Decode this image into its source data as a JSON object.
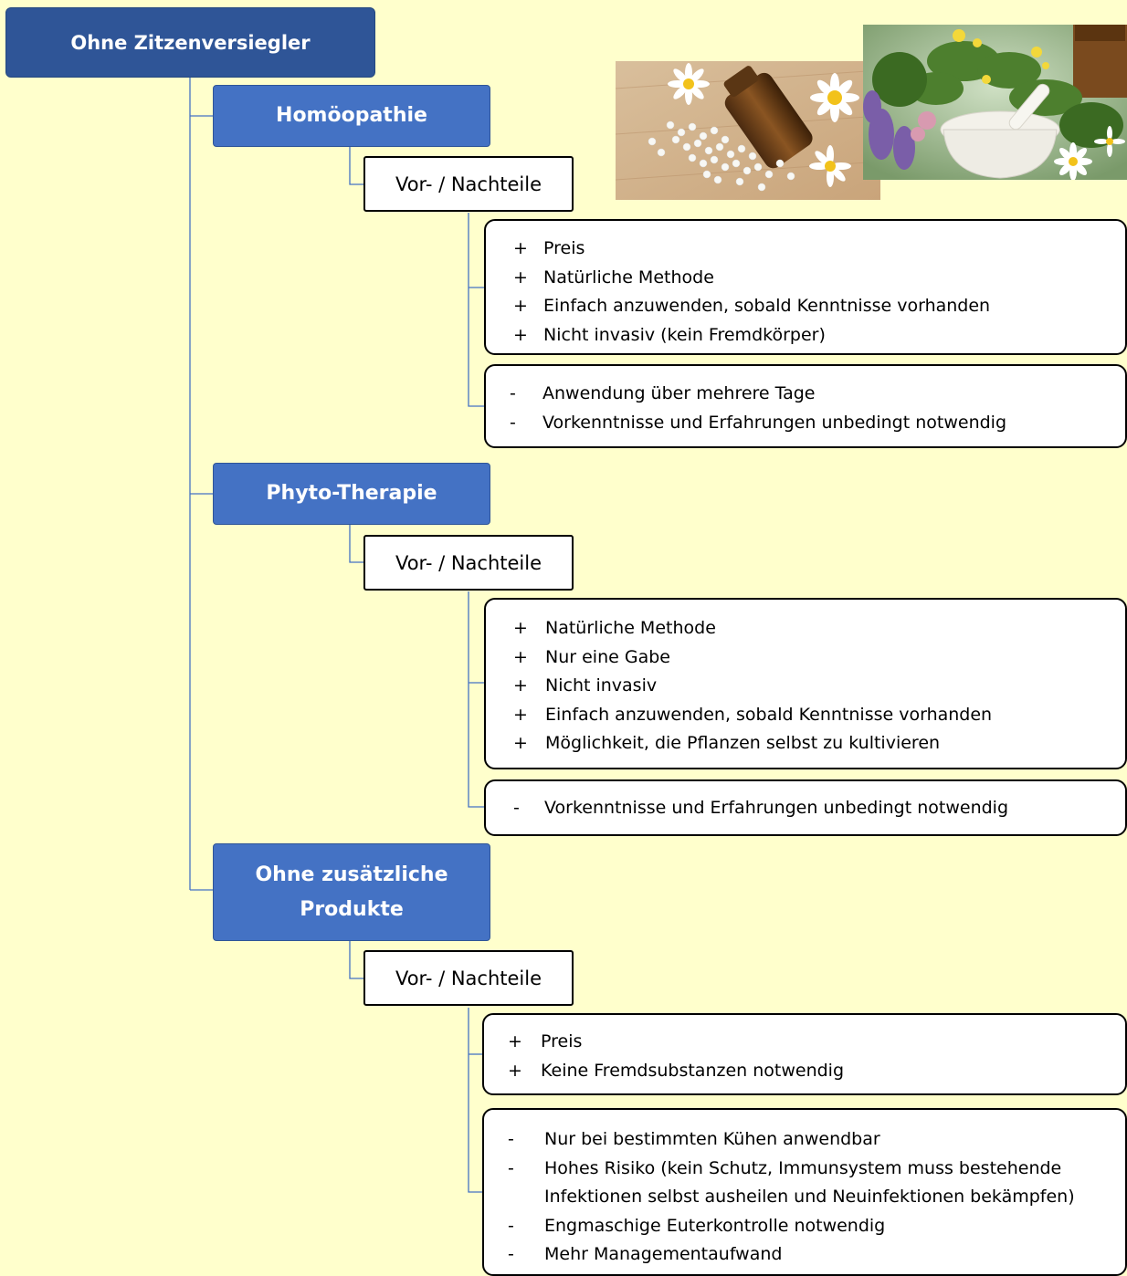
{
  "root": {
    "label": "Ohne Zitzenversiegler"
  },
  "sections": [
    {
      "title": "Homöopathie",
      "subtitle": "Vor- / Nachteile",
      "pros": [
        {
          "sign": "+",
          "text": "Preis"
        },
        {
          "sign": "+",
          "text": "Natürliche Methode"
        },
        {
          "sign": "+",
          "text": "Einfach anzuwenden, sobald Kenntnisse vorhanden"
        },
        {
          "sign": "+",
          "text": "Nicht invasiv (kein Fremdkörper)"
        }
      ],
      "cons": [
        {
          "sign": "-",
          "text": "Anwendung über mehrere Tage"
        },
        {
          "sign": "-",
          "text": "Vorkenntnisse und Erfahrungen unbedingt notwendig"
        }
      ]
    },
    {
      "title": "Phyto-Therapie",
      "subtitle": "Vor- / Nachteile",
      "pros": [
        {
          "sign": "+",
          "text": "Natürliche Methode"
        },
        {
          "sign": "+",
          "text": "Nur eine Gabe"
        },
        {
          "sign": "+",
          "text": "Nicht invasiv"
        },
        {
          "sign": "+",
          "text": "Einfach anzuwenden, sobald Kenntnisse vorhanden"
        },
        {
          "sign": "+",
          "text": "Möglichkeit, die Pflanzen selbst zu kultivieren"
        }
      ],
      "cons": [
        {
          "sign": "-",
          "text": "Vorkenntnisse und Erfahrungen unbedingt notwendig"
        }
      ]
    },
    {
      "title": "Ohne zusätzliche Produkte",
      "subtitle": "Vor- / Nachteile",
      "pros": [
        {
          "sign": "+",
          "text": "Preis"
        },
        {
          "sign": "+",
          "text": "Keine Fremdsubstanzen notwendig"
        }
      ],
      "cons": [
        {
          "sign": "-",
          "text": "Nur bei bestimmten Kühen anwendbar"
        },
        {
          "sign": "-",
          "text": "Hohes Risiko (kein Schutz, Immunsystem muss bestehende Infektionen selbst ausheilen und Neuinfektionen bekämpfen)"
        },
        {
          "sign": "-",
          "text": "Engmaschige Euterkontrolle notwendig"
        },
        {
          "sign": "-",
          "text": "Mehr Managementaufwand"
        }
      ]
    }
  ],
  "colors": {
    "background": "#FFFFCC",
    "root_fill": "#2F5597",
    "category_fill": "#4472C4",
    "connector": "#4472C4"
  }
}
